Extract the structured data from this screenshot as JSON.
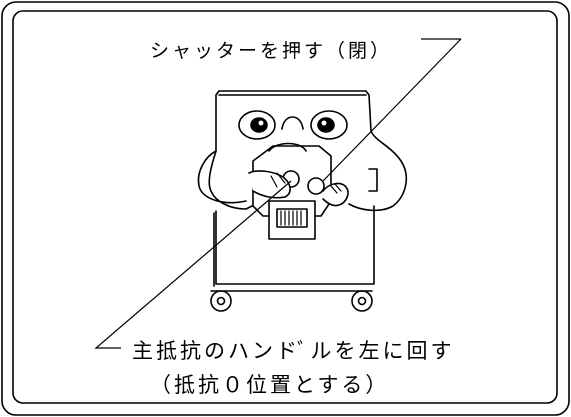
{
  "labels": {
    "shutter": "シャッターを押す（閉）",
    "handle_line1": "主抵抗のハンドﾞルを左に回す",
    "handle_line2": "（抵抗０位置とする）"
  }
}
